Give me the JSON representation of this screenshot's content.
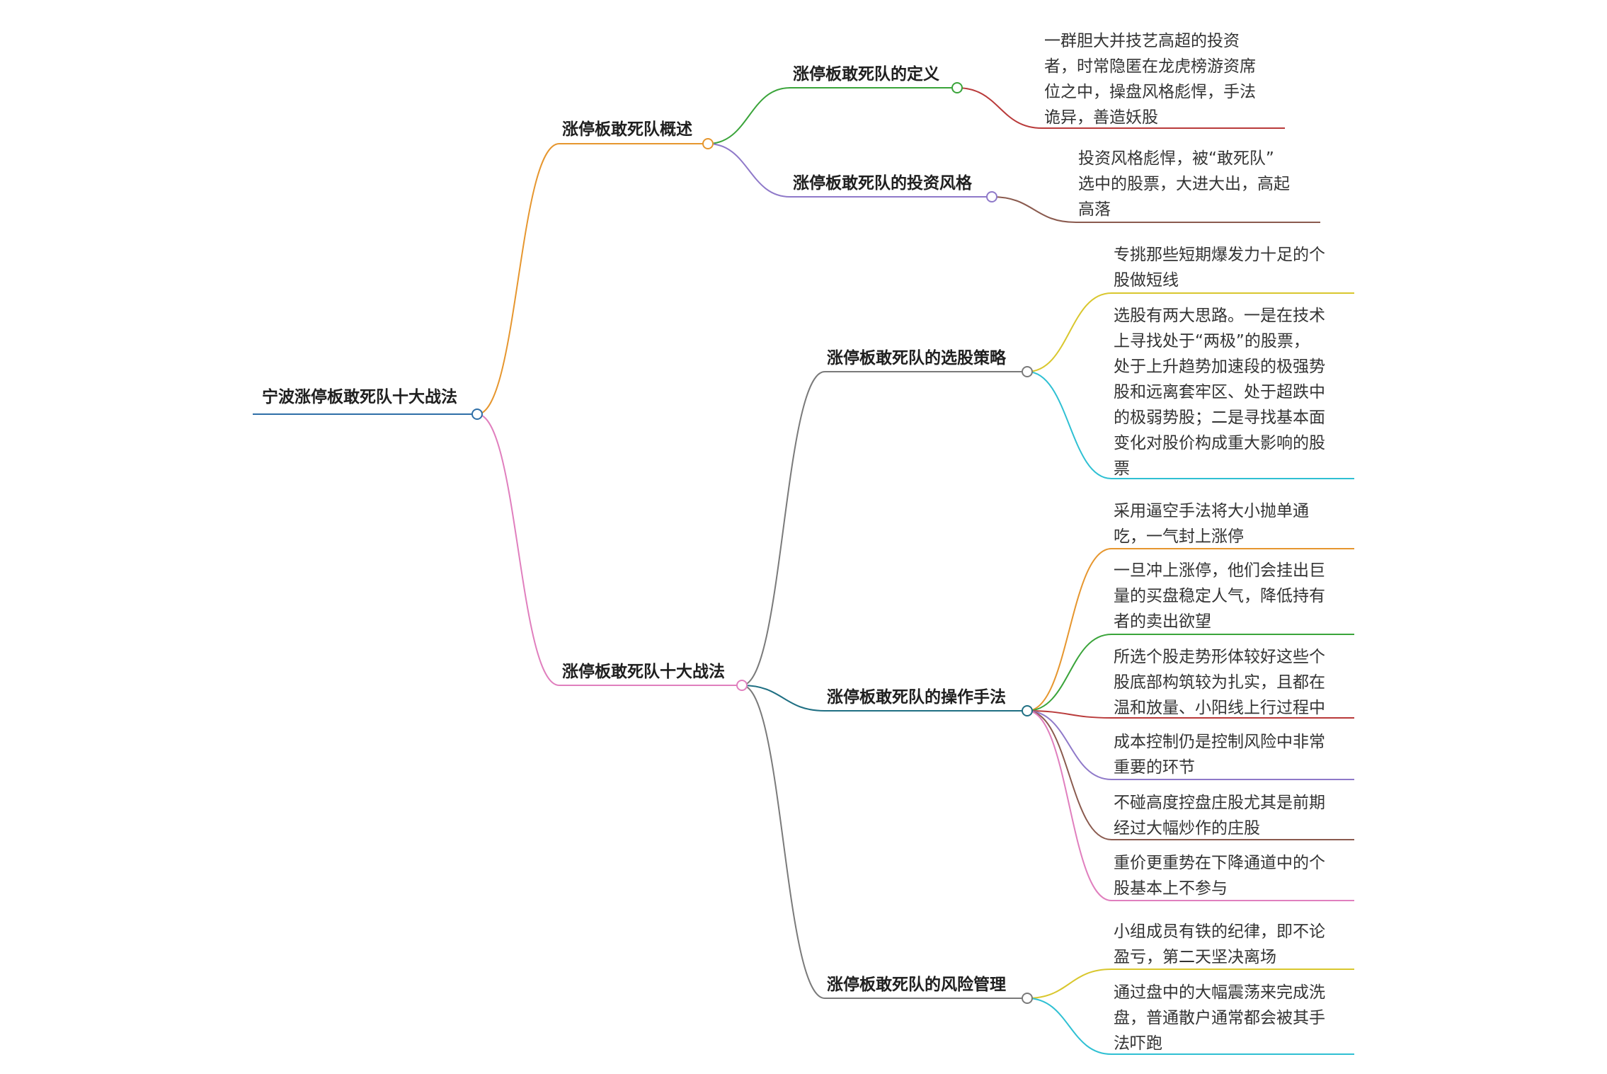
{
  "root": {
    "label": "宁波涨停板敢死队十大战法",
    "color": "#2f6fa7"
  },
  "branches": [
    {
      "id": "overview",
      "label": "涨停板敢死队概述",
      "color": "#e6962e",
      "children": [
        {
          "id": "definition",
          "label": "涨停板敢死队的定义",
          "color": "#3aa43a",
          "leaves": [
            {
              "lines": [
                "一群胆大并技艺高超的投资",
                "者，时常隐匿在龙虎榜游资席",
                "位之中，操盘风格彪悍，手法",
                "诡异，善造妖股"
              ],
              "color": "#b93a3a"
            }
          ]
        },
        {
          "id": "style",
          "label": "涨停板敢死队的投资风格",
          "color": "#8f79c9",
          "leaves": [
            {
              "lines": [
                "投资风格彪悍，被“敢死队”",
                "选中的股票，大进大出，高起",
                "高落"
              ],
              "color": "#8a5a4e"
            }
          ]
        }
      ]
    },
    {
      "id": "tactics",
      "label": "涨停板敢死队十大战法",
      "color": "#e07fbe",
      "children": [
        {
          "id": "selection",
          "label": "涨停板敢死队的选股策略",
          "color": "#7a7a7a",
          "leaves": [
            {
              "lines": [
                "专挑那些短期爆发力十足的个",
                "股做短线"
              ],
              "color": "#d9c72e"
            },
            {
              "lines": [
                "选股有两大思路。一是在技术",
                "上寻找处于“两极”的股票，",
                "处于上升趋势加速段的极强势",
                "股和远离套牢区、处于超跌中",
                "的极弱势股；二是寻找基本面",
                "变化对股价构成重大影响的股",
                "票"
              ],
              "color": "#2fc0d3"
            }
          ]
        },
        {
          "id": "operation",
          "label": "涨停板敢死队的操作手法",
          "color": "#1f6f83",
          "leaves": [
            {
              "lines": [
                "采用逼空手法将大小抛单通",
                "吃，一气封上涨停"
              ],
              "color": "#e6962e"
            },
            {
              "lines": [
                "一旦冲上涨停，他们会挂出巨",
                "量的买盘稳定人气，降低持有",
                "者的卖出欲望"
              ],
              "color": "#3aa43a"
            },
            {
              "lines": [
                "所选个股走势形体较好这些个",
                "股底部构筑较为扎实，且都在",
                "温和放量、小阳线上行过程中"
              ],
              "color": "#b93a3a"
            },
            {
              "lines": [
                "成本控制仍是控制风险中非常",
                "重要的环节"
              ],
              "color": "#8f79c9"
            },
            {
              "lines": [
                "不碰高度控盘庄股尤其是前期",
                "经过大幅炒作的庄股"
              ],
              "color": "#8a5a4e"
            },
            {
              "lines": [
                "重价更重势在下降通道中的个",
                "股基本上不参与"
              ],
              "color": "#e07fbe"
            }
          ]
        },
        {
          "id": "risk",
          "label": "涨停板敢死队的风险管理",
          "color": "#7a7a7a",
          "leaves": [
            {
              "lines": [
                "小组成员有铁的纪律，即不论",
                "盈亏，第二天坚决离场"
              ],
              "color": "#d9c72e"
            },
            {
              "lines": [
                "通过盘中的大幅震荡来完成洗",
                "盘，普通散户通常都会被其手",
                "法吓跑"
              ],
              "color": "#2fc0d3"
            }
          ]
        }
      ]
    }
  ]
}
